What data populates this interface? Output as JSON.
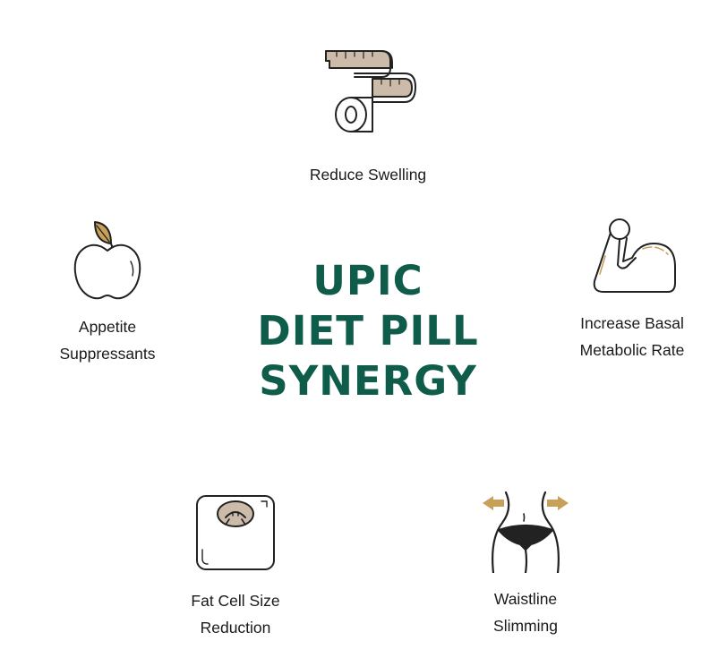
{
  "title": {
    "line1": "UPIC",
    "line2": "DIET PILL",
    "line3": "SYNERGY"
  },
  "features": {
    "reduce_swelling": {
      "line1": "Reduce Swelling",
      "icon": "measuring-tape-icon"
    },
    "appetite": {
      "line1": "Appetite",
      "line2": "Suppressants",
      "icon": "apple-icon"
    },
    "metabolic": {
      "line1": "Increase Basal",
      "line2": "Metabolic Rate",
      "icon": "flexed-arm-icon"
    },
    "fat_cell": {
      "line1": "Fat Cell Size",
      "line2": "Reduction",
      "icon": "bathroom-scale-icon"
    },
    "waistline": {
      "line1": "Waistline",
      "line2": "Slimming",
      "icon": "waist-icon"
    }
  },
  "colors": {
    "title": "#0f5c4a",
    "accent_fill": "#cbbba8",
    "accent_gold": "#c9a05a",
    "stroke": "#222222"
  }
}
